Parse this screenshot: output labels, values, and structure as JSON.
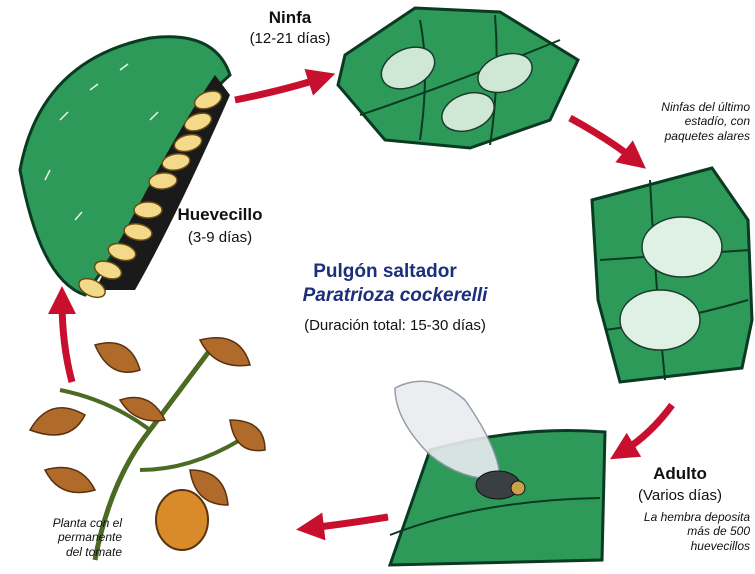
{
  "title": "Pulgón saltador",
  "species": "Paratrioza cockerelli",
  "total_duration": "(Duración total: 15-30 días)",
  "stages": {
    "ninfa": {
      "name": "Ninfa",
      "duration": "(12-21 días)"
    },
    "ninfa_late": {
      "caption_lines": [
        "Ninfas del último",
        "estadío, con",
        "paquetes alares"
      ]
    },
    "adulto": {
      "name": "Adulto",
      "duration": "(Varios días)",
      "caption_lines": [
        "La hembra deposita",
        "más de 500",
        "huevecillos"
      ]
    },
    "planta": {
      "caption_lines": [
        "Planta con el",
        "permanente",
        "del tomate"
      ]
    },
    "huevecillo": {
      "name": "Huevecillo",
      "duration": "(3-9 días)"
    }
  },
  "colors": {
    "arrow": "#c8102e",
    "leaf": "#2e9a5a",
    "vein": "#0b3a22",
    "title": "#1d2f7a",
    "nymph": "#cfe8d6",
    "egg": "#f3d98a",
    "tomato": "#d98b2b"
  }
}
